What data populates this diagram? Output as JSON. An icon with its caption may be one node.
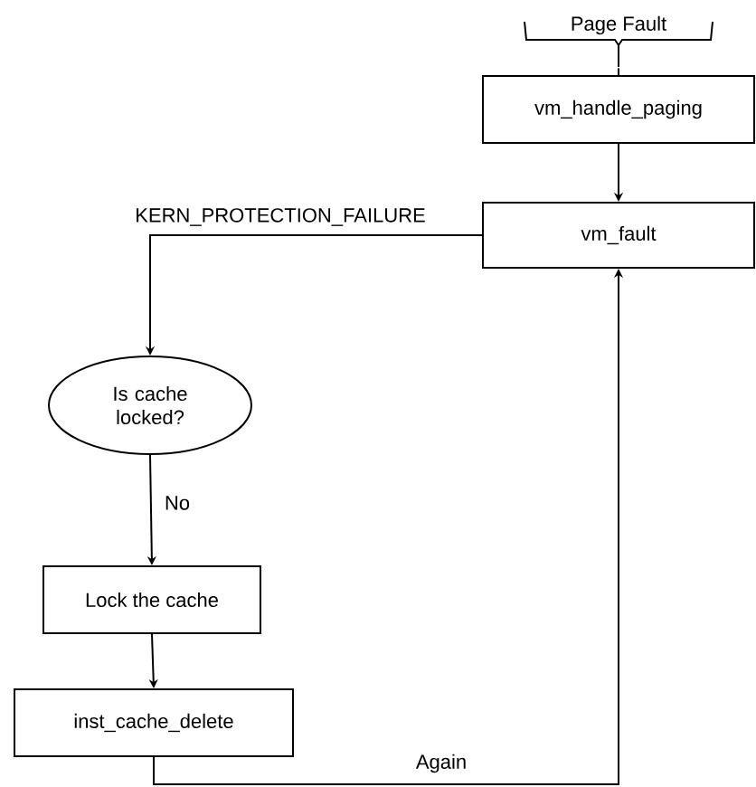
{
  "diagram": {
    "nodes": [
      {
        "text": [
          "Page Fault"
        ]
      },
      {
        "text": [
          "vm_handle_paging"
        ]
      },
      {
        "text": [
          "vm_fault"
        ]
      },
      {
        "text": [
          "Is cache locked?"
        ]
      },
      {
        "text": [
          "Lock the cache"
        ]
      },
      {
        "text": [
          "inst_cache_delete"
        ]
      }
    ],
    "edges": [
      {
        "from": 0,
        "to": 1,
        "arrow": "none"
      },
      {
        "from": 1,
        "to": 2,
        "arrow": "to"
      },
      {
        "from": 2,
        "to": 3,
        "arrow": "to",
        "label": "KERN_PROTECTION_FAILURE"
      },
      {
        "from": 3,
        "to": 4,
        "arrow": "to",
        "label": "No"
      },
      {
        "from": 4,
        "to": 5,
        "arrow": "to"
      },
      {
        "from": 5,
        "to": 2,
        "arrow": "to",
        "label": "Again"
      }
    ]
  }
}
